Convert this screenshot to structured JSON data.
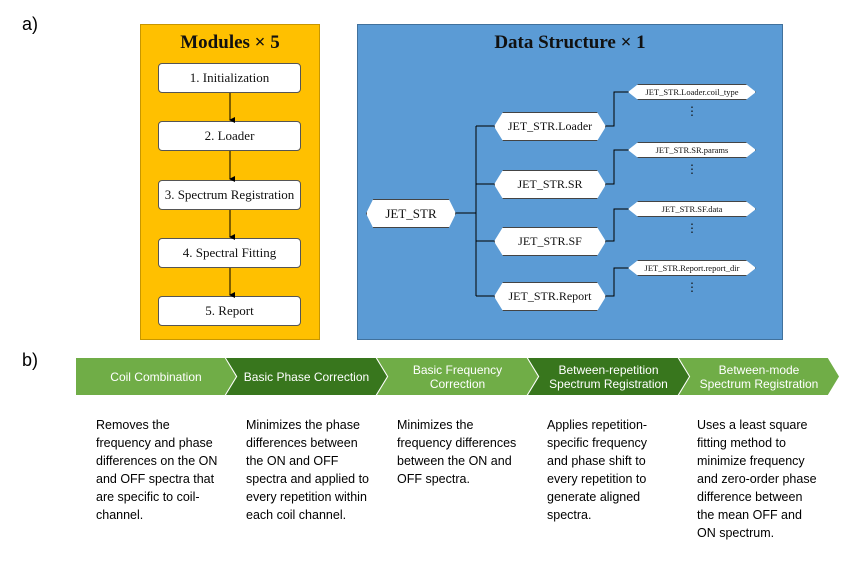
{
  "labels": {
    "a": "a)",
    "b": "b)"
  },
  "modules": {
    "title": "Modules × 5",
    "items": [
      "1. Initialization",
      "2. Loader",
      "3. Spectrum Registration",
      "4. Spectral Fitting",
      "5. Report"
    ]
  },
  "data_structure": {
    "title": "Data Structure × 1",
    "root": "JET_STR",
    "children": [
      "JET_STR.Loader",
      "JET_STR.SR",
      "JET_STR.SF",
      "JET_STR.Report"
    ],
    "leaves": [
      "JET_STR.Loader.coil_type",
      "JET_STR.SR.params",
      "JET_STR.SF.data",
      "JET_STR.Report.report_dir"
    ],
    "ellipsis": "⋮"
  },
  "pipeline": {
    "steps": [
      {
        "label": "Coil Combination",
        "description": "Removes the frequency and phase differences on the ON and OFF spectra that are specific to coil-channel."
      },
      {
        "label": "Basic Phase Correction",
        "description": "Minimizes the phase differences between the ON and OFF spectra and applied to every repetition within each coil channel."
      },
      {
        "label": "Basic Frequency Correction",
        "description": "Minimizes the frequency differences between the ON and OFF spectra."
      },
      {
        "label": "Between-repetition Spectrum Registration",
        "description": "Applies repetition-specific frequency and phase shift to every repetition to generate aligned spectra."
      },
      {
        "label": "Between-mode Spectrum Registration",
        "description": "Uses a least square fitting method to minimize frequency and zero-order phase difference between the mean OFF and ON spectrum."
      }
    ],
    "colors": {
      "light": "#70AD47",
      "dark": "#38761D"
    }
  }
}
